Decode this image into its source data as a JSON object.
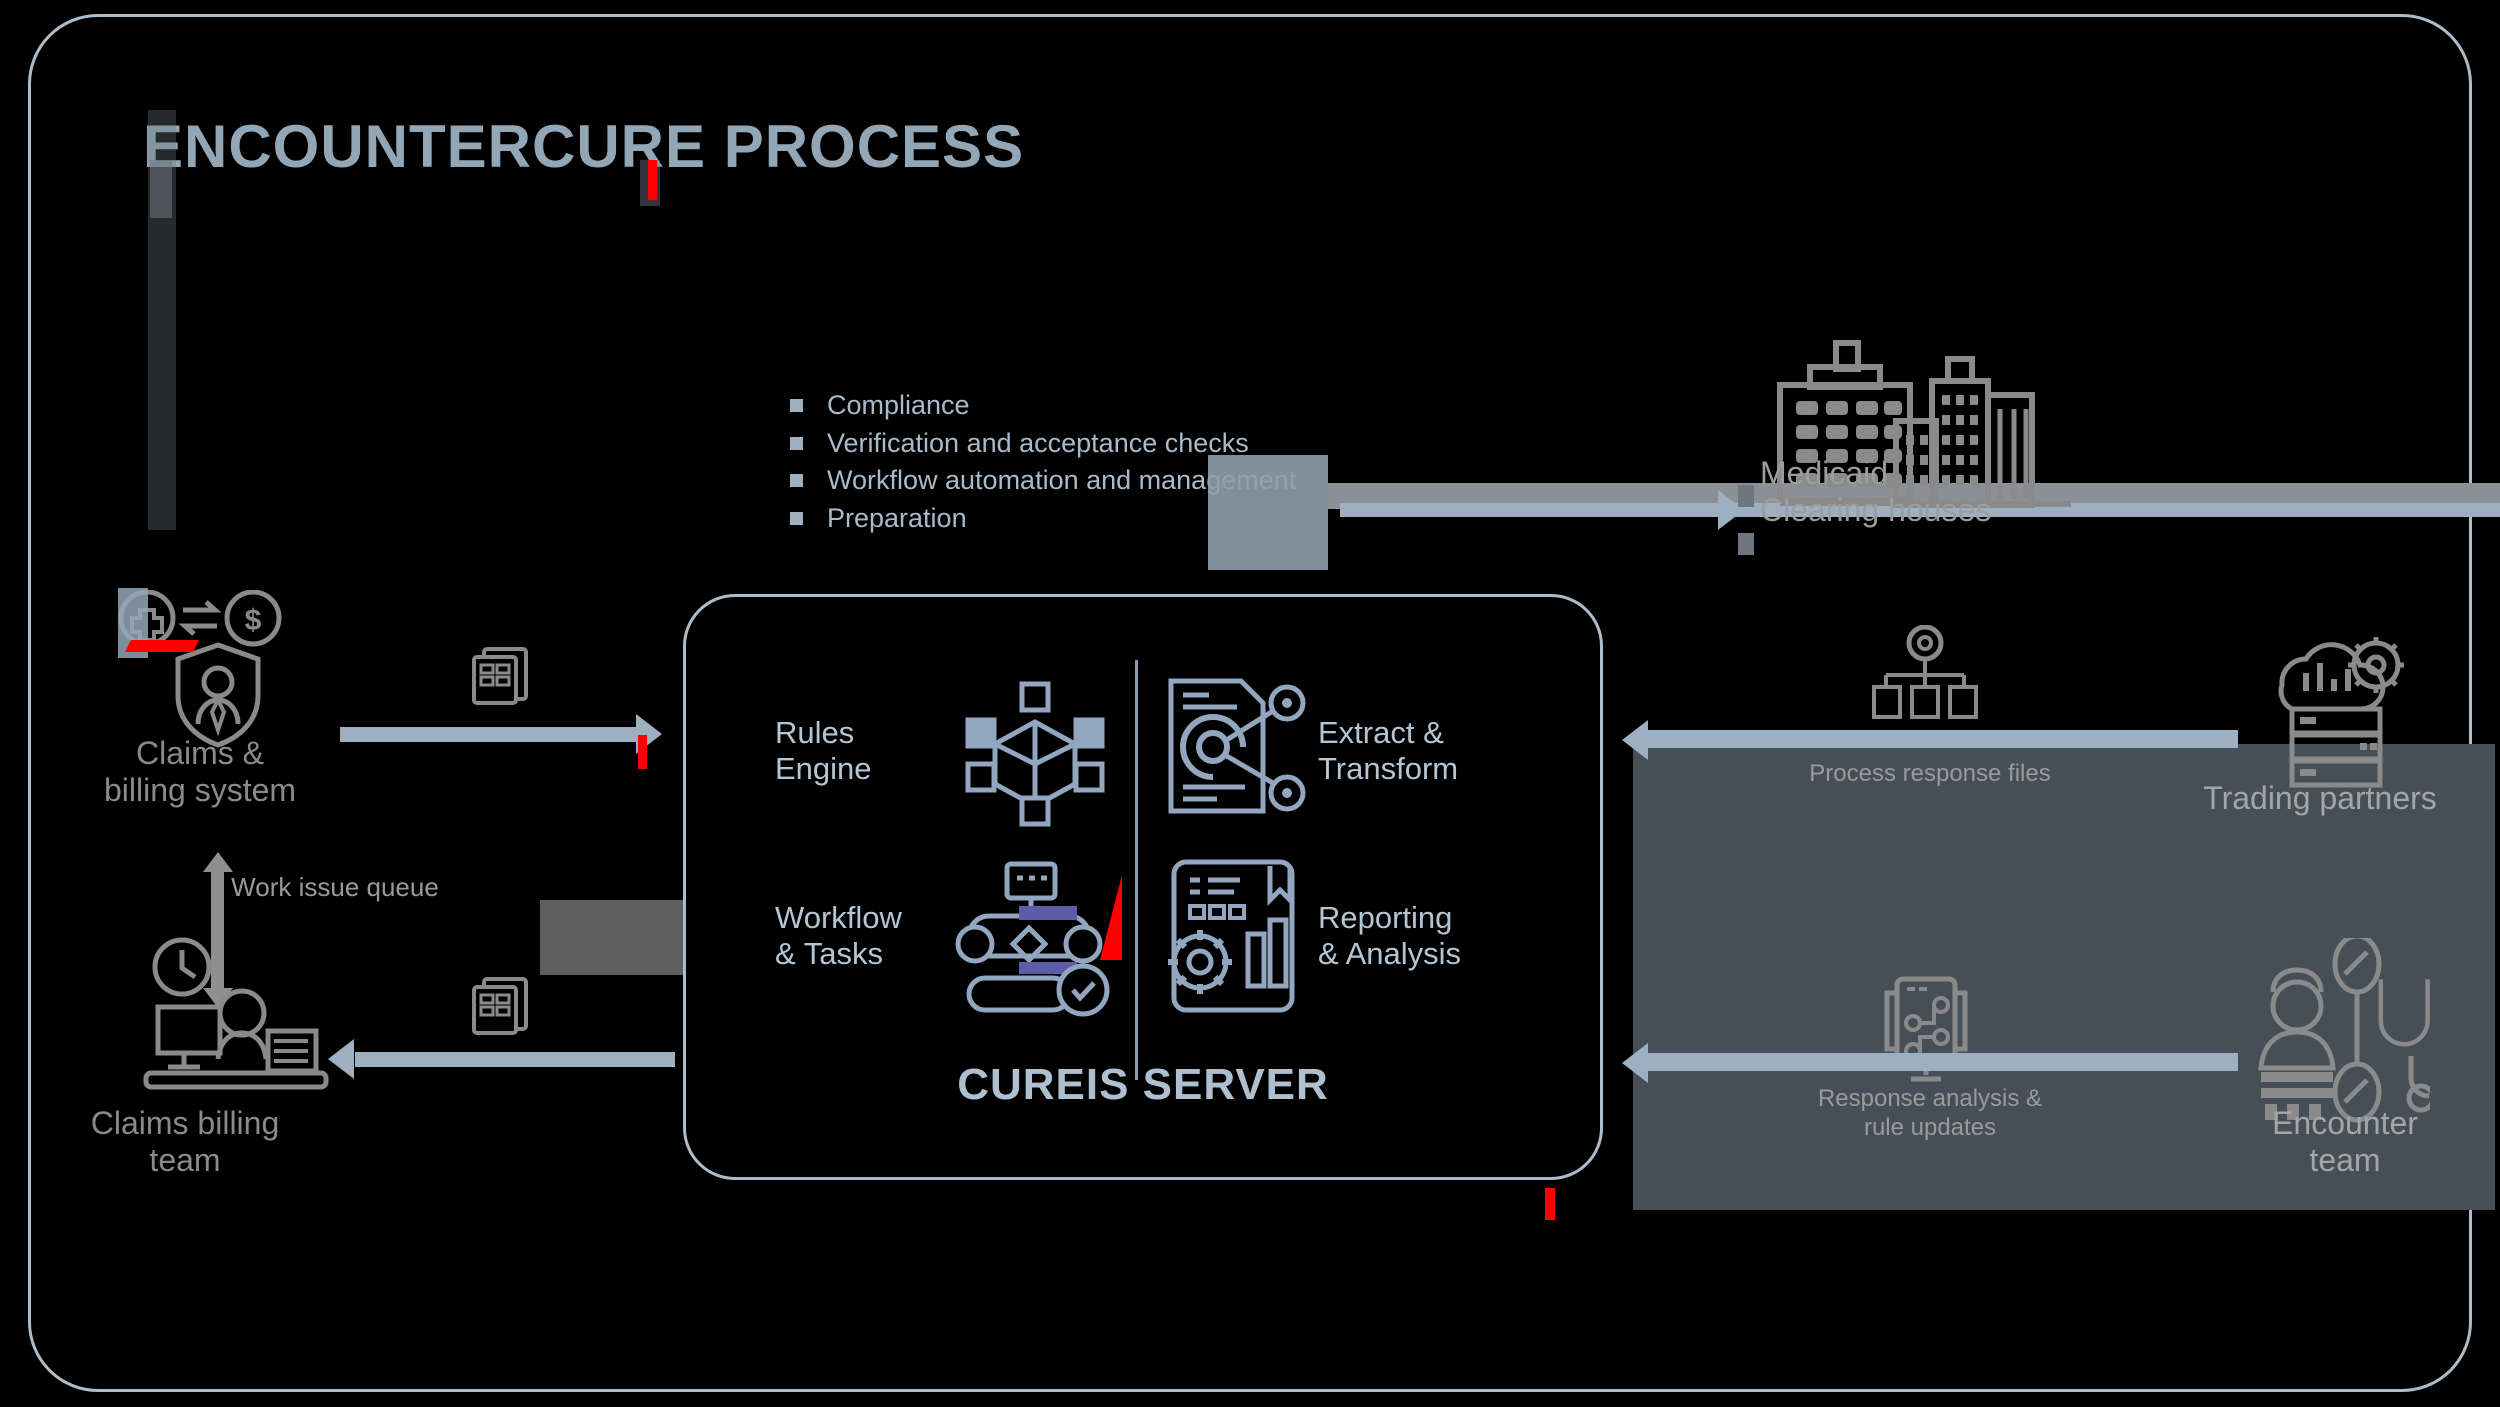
{
  "diagram": {
    "title": "ENCOUNTERCURE PROCESS",
    "accent_color": "#aebcc9",
    "panel_color": "#464f58",
    "background_color": "#000000"
  },
  "bullets": {
    "items": [
      "Compliance",
      "Verification and acceptance checks",
      "Workflow automation and management",
      "Preparation"
    ]
  },
  "server": {
    "title": "CUREIS SERVER",
    "features": [
      {
        "label": "Rules\nEngine",
        "line1": "Rules",
        "line2": "Engine",
        "icon": "network-nodes-icon"
      },
      {
        "label": "Extract &\nTransform",
        "line1": "Extract &",
        "line2": "Transform",
        "icon": "document-extract-icon"
      },
      {
        "label": "Workflow\n& Tasks",
        "line1": "Workflow",
        "line2": "& Tasks",
        "icon": "workflow-tasks-icon"
      },
      {
        "label": "Reporting\n& Analysis",
        "line1": "Reporting",
        "line2": "& Analysis",
        "icon": "report-chart-gear-icon"
      }
    ]
  },
  "nodes": {
    "claims_billing_system": {
      "line1": "Claims &",
      "line2": "billing system",
      "icon": "claims-exchange-icon"
    },
    "claims_billing_team": {
      "line1": "Claims billing",
      "line2": "team",
      "icon": "desk-agent-clock-icon"
    },
    "medicaid_clearing_houses": {
      "line1": "Medicaid",
      "line2": "Clearing houses",
      "icon": "buildings-icon"
    },
    "trading_partners": {
      "line1": "Trading partners",
      "line2": "",
      "icon": "server-cloud-icon"
    },
    "encounter_team": {
      "line1": "Encounter",
      "line2": "team",
      "icon": "clinician-stethoscope-icon"
    }
  },
  "flows": {
    "work_issue_queue": "Work issue queue",
    "process_response_files": "Process response files",
    "response_analysis": "Response analysis &",
    "rule_updates": "rule updates"
  }
}
